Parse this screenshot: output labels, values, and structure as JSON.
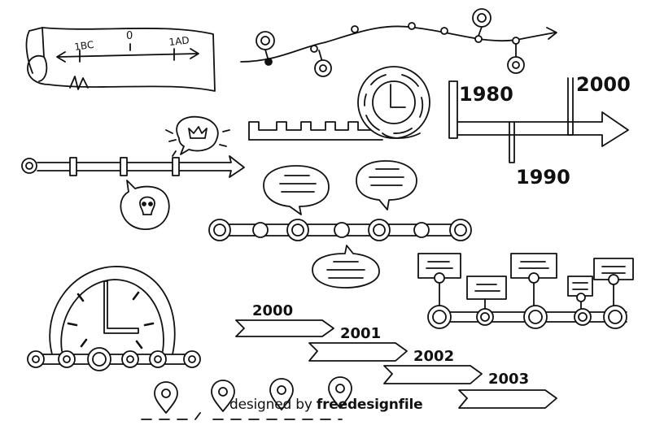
{
  "scroll_banner": {
    "labels": [
      "1BC",
      "0",
      "1AD"
    ]
  },
  "bar_timeline": {
    "years_top": [
      "1980",
      "2000"
    ],
    "year_bottom": "1990"
  },
  "arrow_timeline": {
    "years": [
      "2000",
      "2001",
      "2002",
      "2003"
    ]
  },
  "credit": {
    "prefix": "designed by",
    "brand": "freedesignfile"
  },
  "colors": {
    "ink": "#111111",
    "paper": "#ffffff"
  }
}
